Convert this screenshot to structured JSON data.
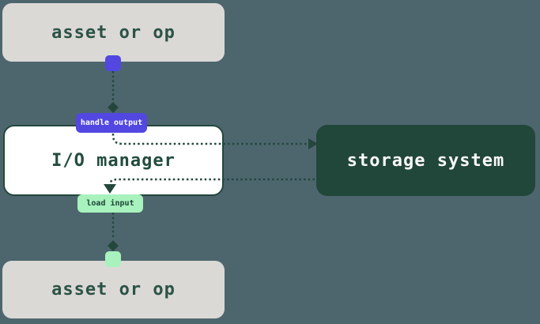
{
  "diagram": {
    "nodes": {
      "asset_top": {
        "label": "asset or op"
      },
      "io_manager": {
        "label": "I/O manager"
      },
      "storage": {
        "label": "storage system"
      },
      "asset_bottom": {
        "label": "asset or op"
      }
    },
    "edge_labels": {
      "handle_output": {
        "label": "handle output"
      },
      "load_input": {
        "label": "load input"
      }
    }
  },
  "colors": {
    "background": "#4d666e",
    "asset_fill": "#dbd9d6",
    "asset_text": "#2b5345",
    "io_fill": "#ffffff",
    "io_border": "#24473c",
    "io_text": "#234d3e",
    "storage_fill": "#21463a",
    "storage_text": "#fafafa",
    "purple": "#5247e0",
    "green": "#a8f2bd",
    "line": "#24473c",
    "label_text_light": "#ffffff",
    "label_text_dark": "#1d4537"
  }
}
